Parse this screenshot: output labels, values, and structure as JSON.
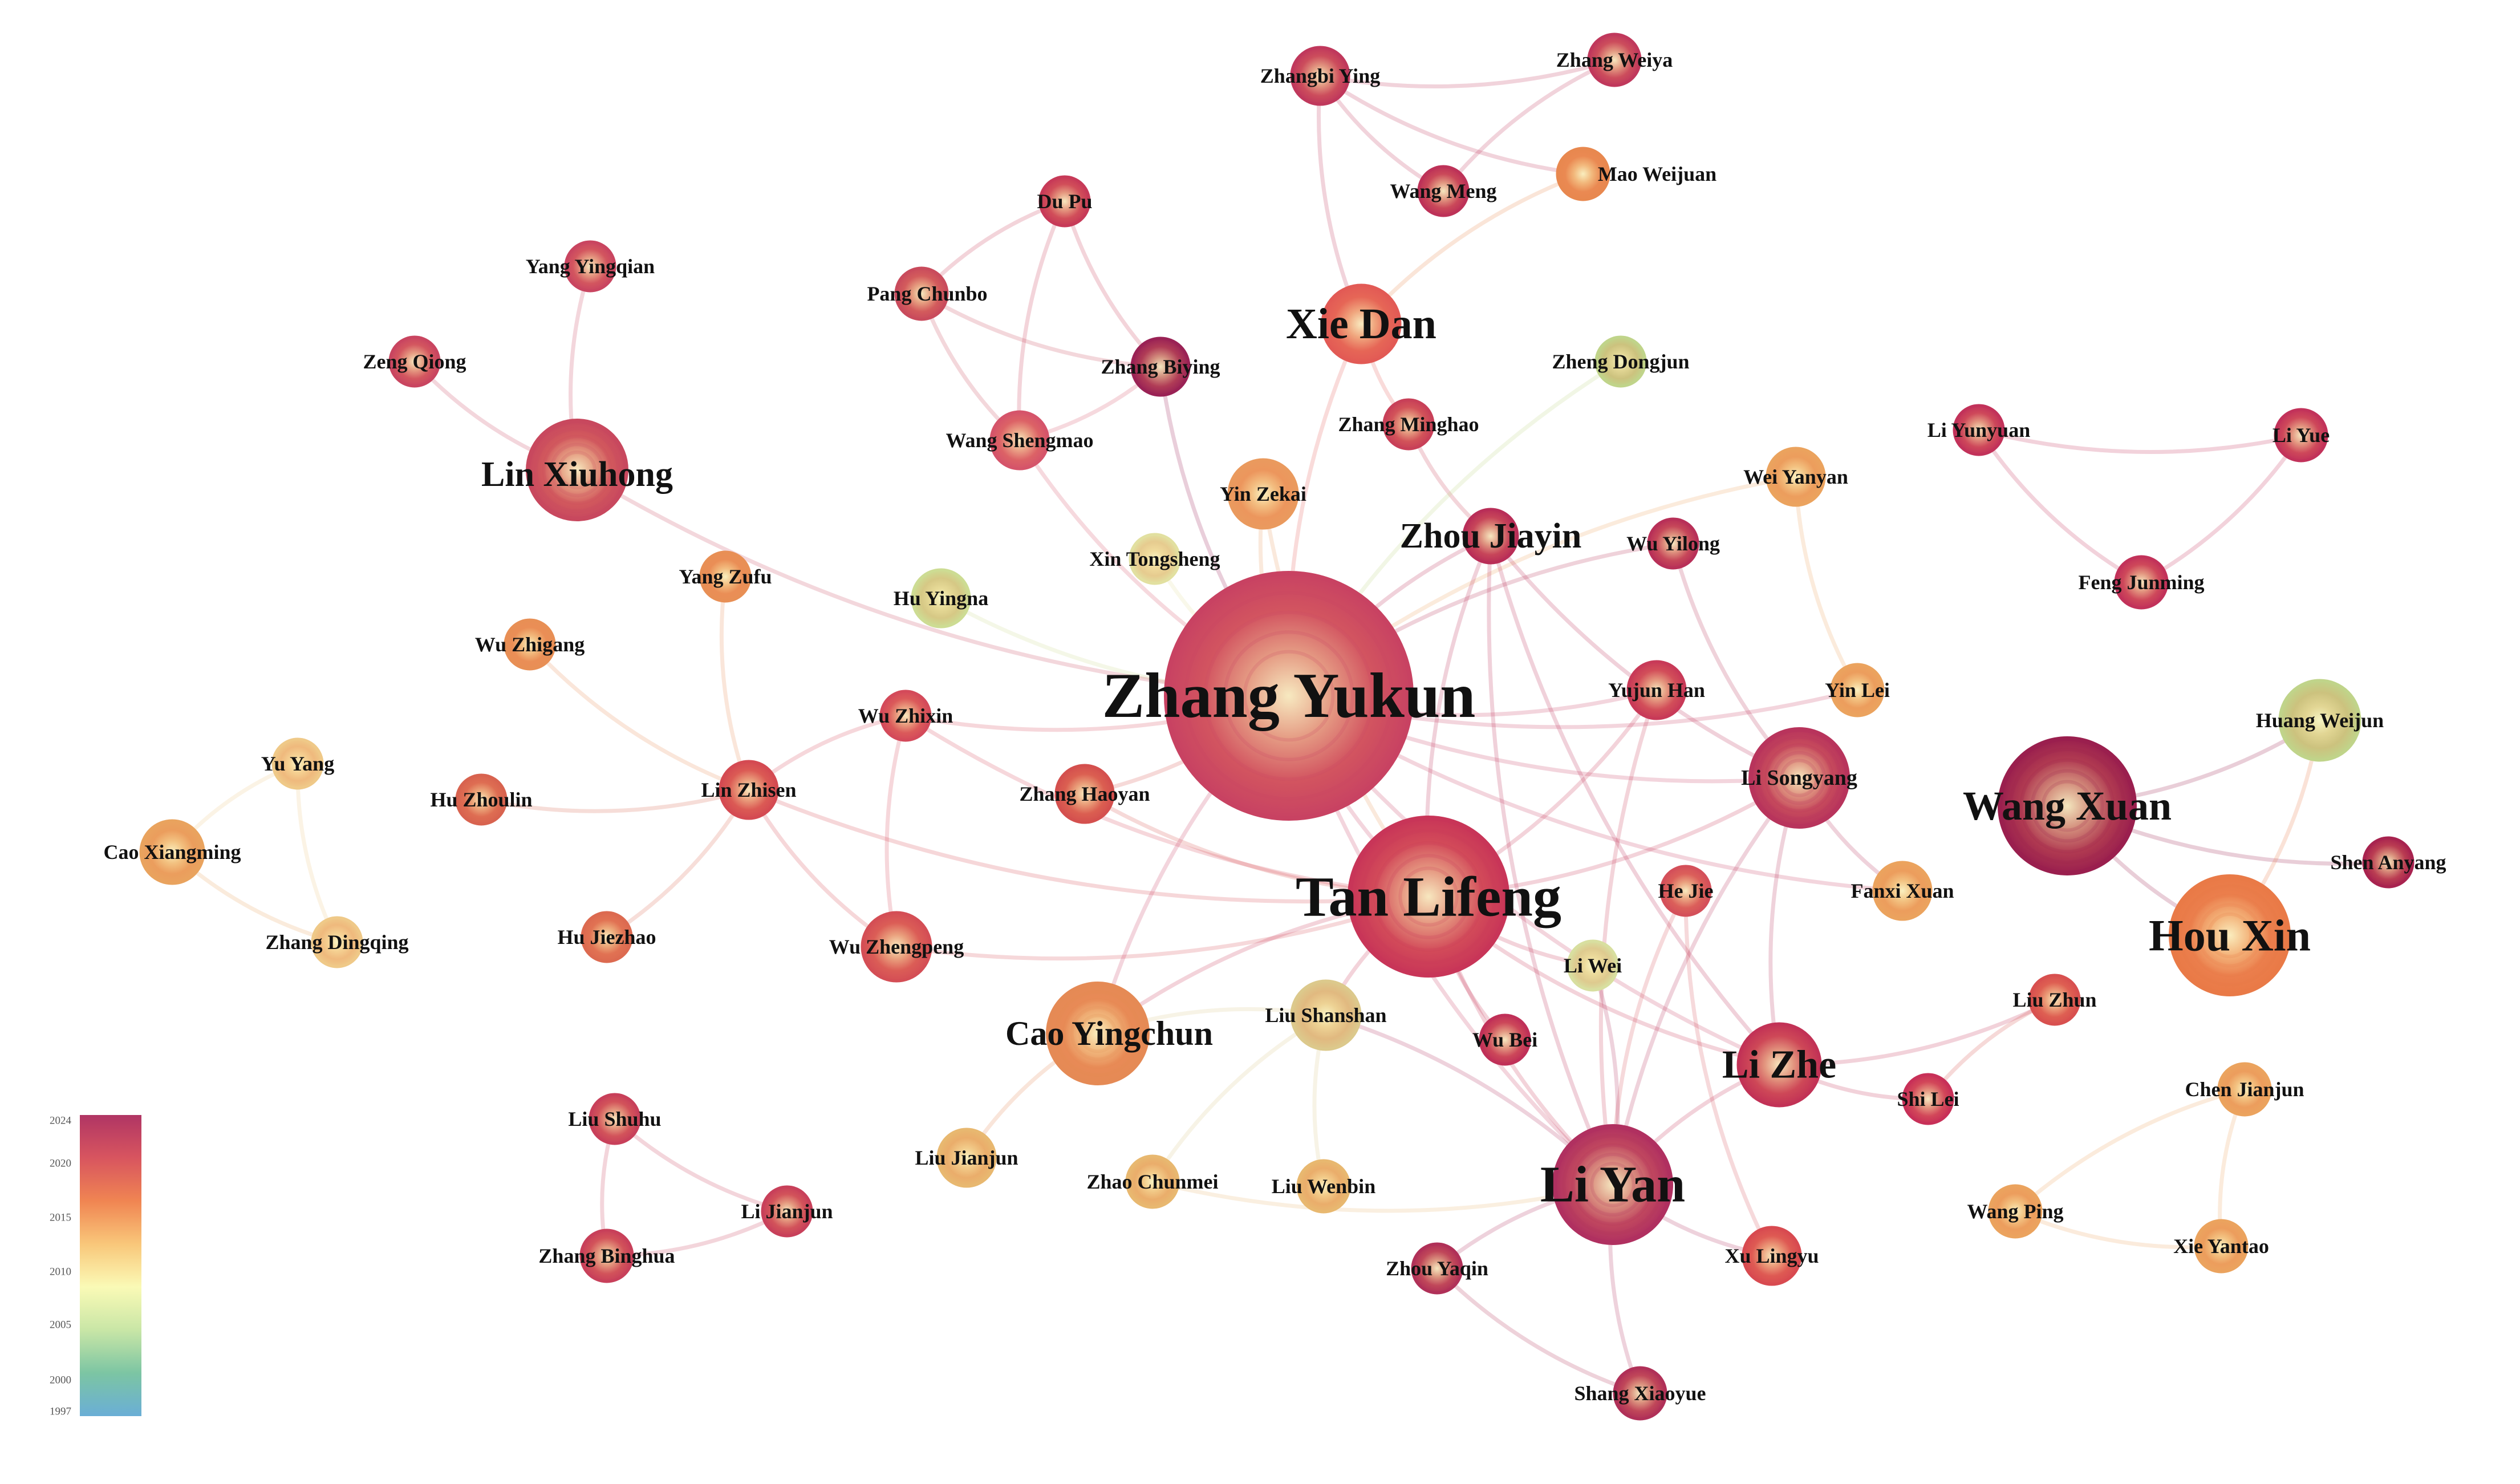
{
  "legend": {
    "ticks": [
      "2024",
      "2020",
      "2015",
      "2010",
      "2005",
      "2000",
      "1997"
    ],
    "palette": [
      "#b03564",
      "#d8555f",
      "#f08552",
      "#f9c77a",
      "#fafab6",
      "#c9e6a6",
      "#7cc5a3",
      "#6aaed6"
    ]
  },
  "nodes": [
    {
      "id": "zhang-yukun",
      "label": "Zhang Yukun",
      "color": "#c84262"
    },
    {
      "id": "tan-lifeng",
      "label": "Tan Lifeng",
      "color": "#c83558"
    },
    {
      "id": "li-yan",
      "label": "Li Yan",
      "color": "#b03060"
    },
    {
      "id": "wang-xuan",
      "label": "Wang Xuan",
      "color": "#9a1f4e"
    },
    {
      "id": "hou-xin",
      "label": "Hou Xin",
      "color": "#e97a47"
    },
    {
      "id": "lin-xiuhong",
      "label": "Lin Xiuhong",
      "color": "#c8485e"
    },
    {
      "id": "cao-yingchun",
      "label": "Cao Yingchun",
      "color": "#e58a55"
    },
    {
      "id": "li-zhe",
      "label": "Li Zhe",
      "color": "#c23256"
    },
    {
      "id": "xie-dan",
      "label": "Xie Dan",
      "color": "#e25a55"
    },
    {
      "id": "zhou-jiayin",
      "label": "Zhou Jiayin",
      "color": "#b92e58"
    },
    {
      "id": "li-songyang",
      "label": "Li Songyang",
      "color": "#b8345c"
    },
    {
      "id": "zhangbi-ying",
      "label": "Zhangbi Ying",
      "color": "#c0385c"
    },
    {
      "id": "zhang-weiya",
      "label": "Zhang Weiya",
      "color": "#c0385c"
    },
    {
      "id": "wang-meng",
      "label": "Wang Meng",
      "color": "#bd3258"
    },
    {
      "id": "mao-weijuan",
      "label": "Mao Weijuan",
      "color": "#e8884f"
    },
    {
      "id": "du-pu",
      "label": "Du Pu",
      "color": "#c73a58"
    },
    {
      "id": "pang-chunbo",
      "label": "Pang Chunbo",
      "color": "#c94b5c"
    },
    {
      "id": "zhang-biying",
      "label": "Zhang Biying",
      "color": "#9a2255"
    },
    {
      "id": "wang-shengmao",
      "label": "Wang Shengmao",
      "color": "#d5546a"
    },
    {
      "id": "yang-yingqian",
      "label": "Yang Yingqian",
      "color": "#c94560"
    },
    {
      "id": "zeng-qiong",
      "label": "Zeng Qiong",
      "color": "#c94560"
    },
    {
      "id": "zheng-dongjun",
      "label": "Zheng Dongjun",
      "color": "#c0d48a"
    },
    {
      "id": "zhang-minghao",
      "label": "Zhang Minghao",
      "color": "#c84058"
    },
    {
      "id": "yin-zekai",
      "label": "Yin Zekai",
      "color": "#ea9a5e"
    },
    {
      "id": "li-yunyuan",
      "label": "Li Yunyuan",
      "color": "#c2325a"
    },
    {
      "id": "li-yue",
      "label": "Li Yue",
      "color": "#c2325a"
    },
    {
      "id": "feng-junming",
      "label": "Feng Junming",
      "color": "#c2325a"
    },
    {
      "id": "wei-yanyan",
      "label": "Wei Yanyan",
      "color": "#eba35e"
    },
    {
      "id": "wu-yilong",
      "label": "Wu Yilong",
      "color": "#b83058"
    },
    {
      "id": "xin-tongsheng",
      "label": "Xin Tongsheng",
      "color": "#e2e0a0"
    },
    {
      "id": "hu-yingna",
      "label": "Hu Yingna",
      "color": "#cddc93"
    },
    {
      "id": "yang-zufu",
      "label": "Yang Zufu",
      "color": "#e88f55"
    },
    {
      "id": "wu-zhigang",
      "label": "Wu Zhigang",
      "color": "#e88f55"
    },
    {
      "id": "wu-zhixin",
      "label": "Wu Zhixin",
      "color": "#d44a5a"
    },
    {
      "id": "yujun-han",
      "label": "Yujun Han",
      "color": "#c83a58"
    },
    {
      "id": "yin-lei",
      "label": "Yin Lei",
      "color": "#eba35e"
    },
    {
      "id": "huang-weijun",
      "label": "Huang Weijun",
      "color": "#c0d48a"
    },
    {
      "id": "yu-yang",
      "label": "Yu Yang",
      "color": "#efc988"
    },
    {
      "id": "hu-zhoulin",
      "label": "Hu Zhoulin",
      "color": "#d8634f"
    },
    {
      "id": "lin-zhisen",
      "label": "Lin Zhisen",
      "color": "#d44a52"
    },
    {
      "id": "zhang-haoyan",
      "label": "Zhang Haoyan",
      "color": "#d4504e"
    },
    {
      "id": "cao-xiangming",
      "label": "Cao Xiangming",
      "color": "#e9a35e"
    },
    {
      "id": "shen-anyang",
      "label": "Shen Anyang",
      "color": "#a8234f"
    },
    {
      "id": "he-jie",
      "label": "He Jie",
      "color": "#d4505a"
    },
    {
      "id": "fanxi-xuan",
      "label": "Fanxi Xuan",
      "color": "#eba35e"
    },
    {
      "id": "zhang-dingqing",
      "label": "Zhang Dingqing",
      "color": "#efc988"
    },
    {
      "id": "hu-jiezhao",
      "label": "Hu Jiezhao",
      "color": "#dc6a50"
    },
    {
      "id": "wu-zhengpeng",
      "label": "Wu Zhengpeng",
      "color": "#d44e55"
    },
    {
      "id": "li-wei",
      "label": "Li Wei",
      "color": "#d8dfa0"
    },
    {
      "id": "liu-shanshan",
      "label": "Liu Shanshan",
      "color": "#dcc98c"
    },
    {
      "id": "wu-bei",
      "label": "Wu Bei",
      "color": "#c03058"
    },
    {
      "id": "liu-zhun",
      "label": "Liu Zhun",
      "color": "#d8504f"
    },
    {
      "id": "shi-lei",
      "label": "Shi Lei",
      "color": "#c83058"
    },
    {
      "id": "chen-jianjun",
      "label": "Chen Jianjun",
      "color": "#eba35e"
    },
    {
      "id": "liu-shuhu",
      "label": "Liu Shuhu",
      "color": "#c8405a"
    },
    {
      "id": "li-jianjun",
      "label": "Li Jianjun",
      "color": "#c8405a"
    },
    {
      "id": "zhang-binghua",
      "label": "Zhang Binghua",
      "color": "#c8405a"
    },
    {
      "id": "liu-jianjun",
      "label": "Liu Jianjun",
      "color": "#e8b870"
    },
    {
      "id": "zhao-chunmei",
      "label": "Zhao Chunmei",
      "color": "#e8b870"
    },
    {
      "id": "liu-wenbin",
      "label": "Liu Wenbin",
      "color": "#e8b870"
    },
    {
      "id": "wang-ping",
      "label": "Wang Ping",
      "color": "#eba35e"
    },
    {
      "id": "xie-yantao",
      "label": "Xie Yantao",
      "color": "#eba35e"
    },
    {
      "id": "zhou-yaqin",
      "label": "Zhou Yaqin",
      "color": "#b03058"
    },
    {
      "id": "xu-lingyu",
      "label": "Xu Lingyu",
      "color": "#d84a50"
    },
    {
      "id": "shang-xiaoyue",
      "label": "Shang Xiaoyue",
      "color": "#b03058"
    }
  ],
  "edges": [
    [
      "zhangbi-ying",
      "zhang-weiya"
    ],
    [
      "zhangbi-ying",
      "wang-meng"
    ],
    [
      "zhangbi-ying",
      "mao-weijuan"
    ],
    [
      "zhang-weiya",
      "wang-meng"
    ],
    [
      "zhangbi-ying",
      "xie-dan"
    ],
    [
      "mao-weijuan",
      "xie-dan"
    ],
    [
      "du-pu",
      "pang-chunbo"
    ],
    [
      "du-pu",
      "zhang-biying"
    ],
    [
      "du-pu",
      "wang-shengmao"
    ],
    [
      "pang-chunbo",
      "zhang-biying"
    ],
    [
      "pang-chunbo",
      "wang-shengmao"
    ],
    [
      "wang-shengmao",
      "zhang-biying"
    ],
    [
      "zhang-biying",
      "zhang-yukun"
    ],
    [
      "wang-shengmao",
      "zhang-yukun"
    ],
    [
      "yang-yingqian",
      "lin-xiuhong"
    ],
    [
      "zeng-qiong",
      "lin-xiuhong"
    ],
    [
      "xie-dan",
      "zhang-yukun"
    ],
    [
      "xie-dan",
      "zhang-minghao"
    ],
    [
      "zhang-minghao",
      "zhou-jiayin"
    ],
    [
      "zheng-dongjun",
      "zhang-yukun"
    ],
    [
      "yin-zekai",
      "zhang-yukun"
    ],
    [
      "yin-zekai",
      "tan-lifeng"
    ],
    [
      "li-yunyuan",
      "li-yue"
    ],
    [
      "li-yunyuan",
      "feng-junming"
    ],
    [
      "feng-junming",
      "li-yue"
    ],
    [
      "wei-yanyan",
      "zhang-yukun"
    ],
    [
      "wei-yanyan",
      "yin-lei"
    ],
    [
      "wu-yilong",
      "li-songyang"
    ],
    [
      "wu-yilong",
      "zhang-yukun"
    ],
    [
      "xin-tongsheng",
      "zhang-yukun"
    ],
    [
      "hu-yingna",
      "zhang-yukun"
    ],
    [
      "zhou-jiayin",
      "zhang-yukun"
    ],
    [
      "zhou-jiayin",
      "tan-lifeng"
    ],
    [
      "zhou-jiayin",
      "li-yan"
    ],
    [
      "zhou-jiayin",
      "li-songyang"
    ],
    [
      "zhou-jiayin",
      "li-zhe"
    ],
    [
      "yang-zufu",
      "lin-zhisen"
    ],
    [
      "wu-zhigang",
      "lin-zhisen"
    ],
    [
      "hu-zhoulin",
      "lin-zhisen"
    ],
    [
      "hu-jiezhao",
      "lin-zhisen"
    ],
    [
      "wu-zhixin",
      "lin-zhisen"
    ],
    [
      "wu-zhixin",
      "wu-zhengpeng"
    ],
    [
      "wu-zhixin",
      "zhang-yukun"
    ],
    [
      "lin-zhisen",
      "wu-zhengpeng"
    ],
    [
      "lin-zhisen",
      "tan-lifeng"
    ],
    [
      "wu-zhixin",
      "tan-lifeng"
    ],
    [
      "wu-zhengpeng",
      "tan-lifeng"
    ],
    [
      "yu-yang",
      "cao-xiangming"
    ],
    [
      "yu-yang",
      "zhang-dingqing"
    ],
    [
      "cao-xiangming",
      "zhang-dingqing"
    ],
    [
      "zhang-haoyan",
      "tan-lifeng"
    ],
    [
      "zhang-haoyan",
      "zhang-yukun"
    ],
    [
      "zhang-yukun",
      "tan-lifeng"
    ],
    [
      "zhang-yukun",
      "li-yan"
    ],
    [
      "zhang-yukun",
      "li-songyang"
    ],
    [
      "zhang-yukun",
      "yujun-han"
    ],
    [
      "zhang-yukun",
      "li-zhe"
    ],
    [
      "zhang-yukun",
      "cao-yingchun"
    ],
    [
      "zhang-yukun",
      "yin-lei"
    ],
    [
      "zhang-yukun",
      "fanxi-xuan"
    ],
    [
      "tan-lifeng",
      "li-yan"
    ],
    [
      "tan-lifeng",
      "li-zhe"
    ],
    [
      "tan-lifeng",
      "wu-bei"
    ],
    [
      "tan-lifeng",
      "cao-yingchun"
    ],
    [
      "tan-lifeng",
      "li-songyang"
    ],
    [
      "tan-lifeng",
      "yujun-han"
    ],
    [
      "tan-lifeng",
      "liu-shanshan"
    ],
    [
      "tan-lifeng",
      "li-wei"
    ],
    [
      "li-songyang",
      "li-zhe"
    ],
    [
      "li-songyang",
      "li-yan"
    ],
    [
      "li-songyang",
      "fanxi-xuan"
    ],
    [
      "yujun-han",
      "li-yan"
    ],
    [
      "he-jie",
      "li-yan"
    ],
    [
      "he-jie",
      "xu-lingyu"
    ],
    [
      "li-zhe",
      "li-yan"
    ],
    [
      "li-zhe",
      "liu-zhun"
    ],
    [
      "li-zhe",
      "shi-lei"
    ],
    [
      "liu-zhun",
      "shi-lei"
    ],
    [
      "wang-xuan",
      "huang-weijun"
    ],
    [
      "wang-xuan",
      "shen-anyang"
    ],
    [
      "wang-xuan",
      "hou-xin"
    ],
    [
      "hou-xin",
      "huang-weijun"
    ],
    [
      "li-yan",
      "zhou-yaqin"
    ],
    [
      "li-yan",
      "xu-lingyu"
    ],
    [
      "li-yan",
      "shang-xiaoyue"
    ],
    [
      "li-yan",
      "liu-shanshan"
    ],
    [
      "li-yan",
      "li-wei"
    ],
    [
      "zhou-yaqin",
      "shang-xiaoyue"
    ],
    [
      "liu-shanshan",
      "liu-wenbin"
    ],
    [
      "liu-shanshan",
      "zhao-chunmei"
    ],
    [
      "liu-shanshan",
      "cao-yingchun"
    ],
    [
      "cao-yingchun",
      "liu-jianjun"
    ],
    [
      "zhao-chunmei",
      "li-yan"
    ],
    [
      "liu-shuhu",
      "li-jianjun"
    ],
    [
      "liu-shuhu",
      "zhang-binghua"
    ],
    [
      "zhang-binghua",
      "li-jianjun"
    ],
    [
      "chen-jianjun",
      "wang-ping"
    ],
    [
      "chen-jianjun",
      "xie-yantao"
    ],
    [
      "wang-ping",
      "xie-yantao"
    ],
    [
      "lin-xiuhong",
      "zhang-yukun"
    ]
  ]
}
